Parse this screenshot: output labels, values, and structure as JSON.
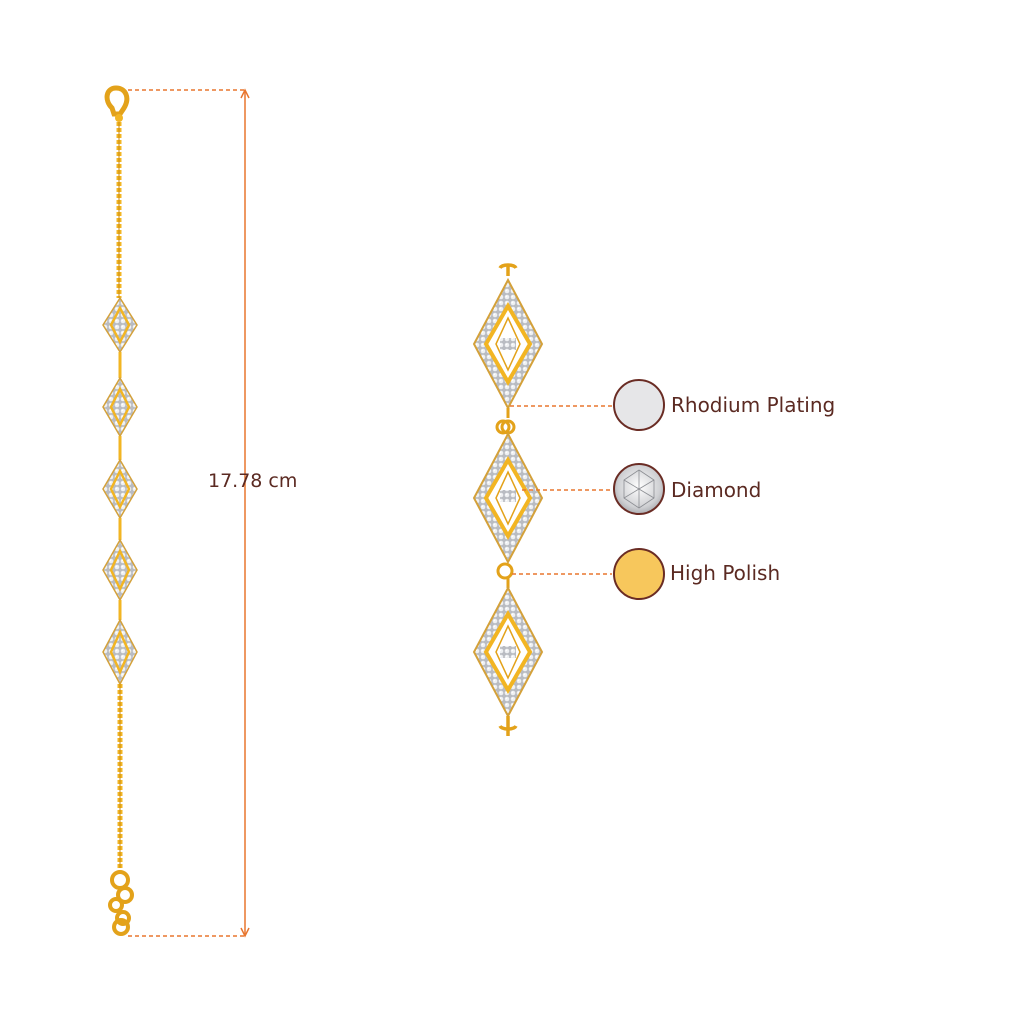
{
  "measurement": {
    "length_label": "17.78 cm",
    "line_color": "#e8762f"
  },
  "materials": [
    {
      "label": "Rhodium Plating",
      "swatch_icon": "rhodium-swatch-icon",
      "color": "#e6e6e8"
    },
    {
      "label": "Diamond",
      "swatch_icon": "diamond-swatch-icon",
      "color": "#d9d9db"
    },
    {
      "label": "High Polish",
      "swatch_icon": "gold-swatch-icon",
      "color": "#f7c75c"
    }
  ],
  "colors": {
    "gold": "#f2b523",
    "gold_dark": "#c98a10",
    "pave": "#c9cbcf",
    "text": "#5b2a22",
    "swatch_border": "#6a2c24"
  }
}
